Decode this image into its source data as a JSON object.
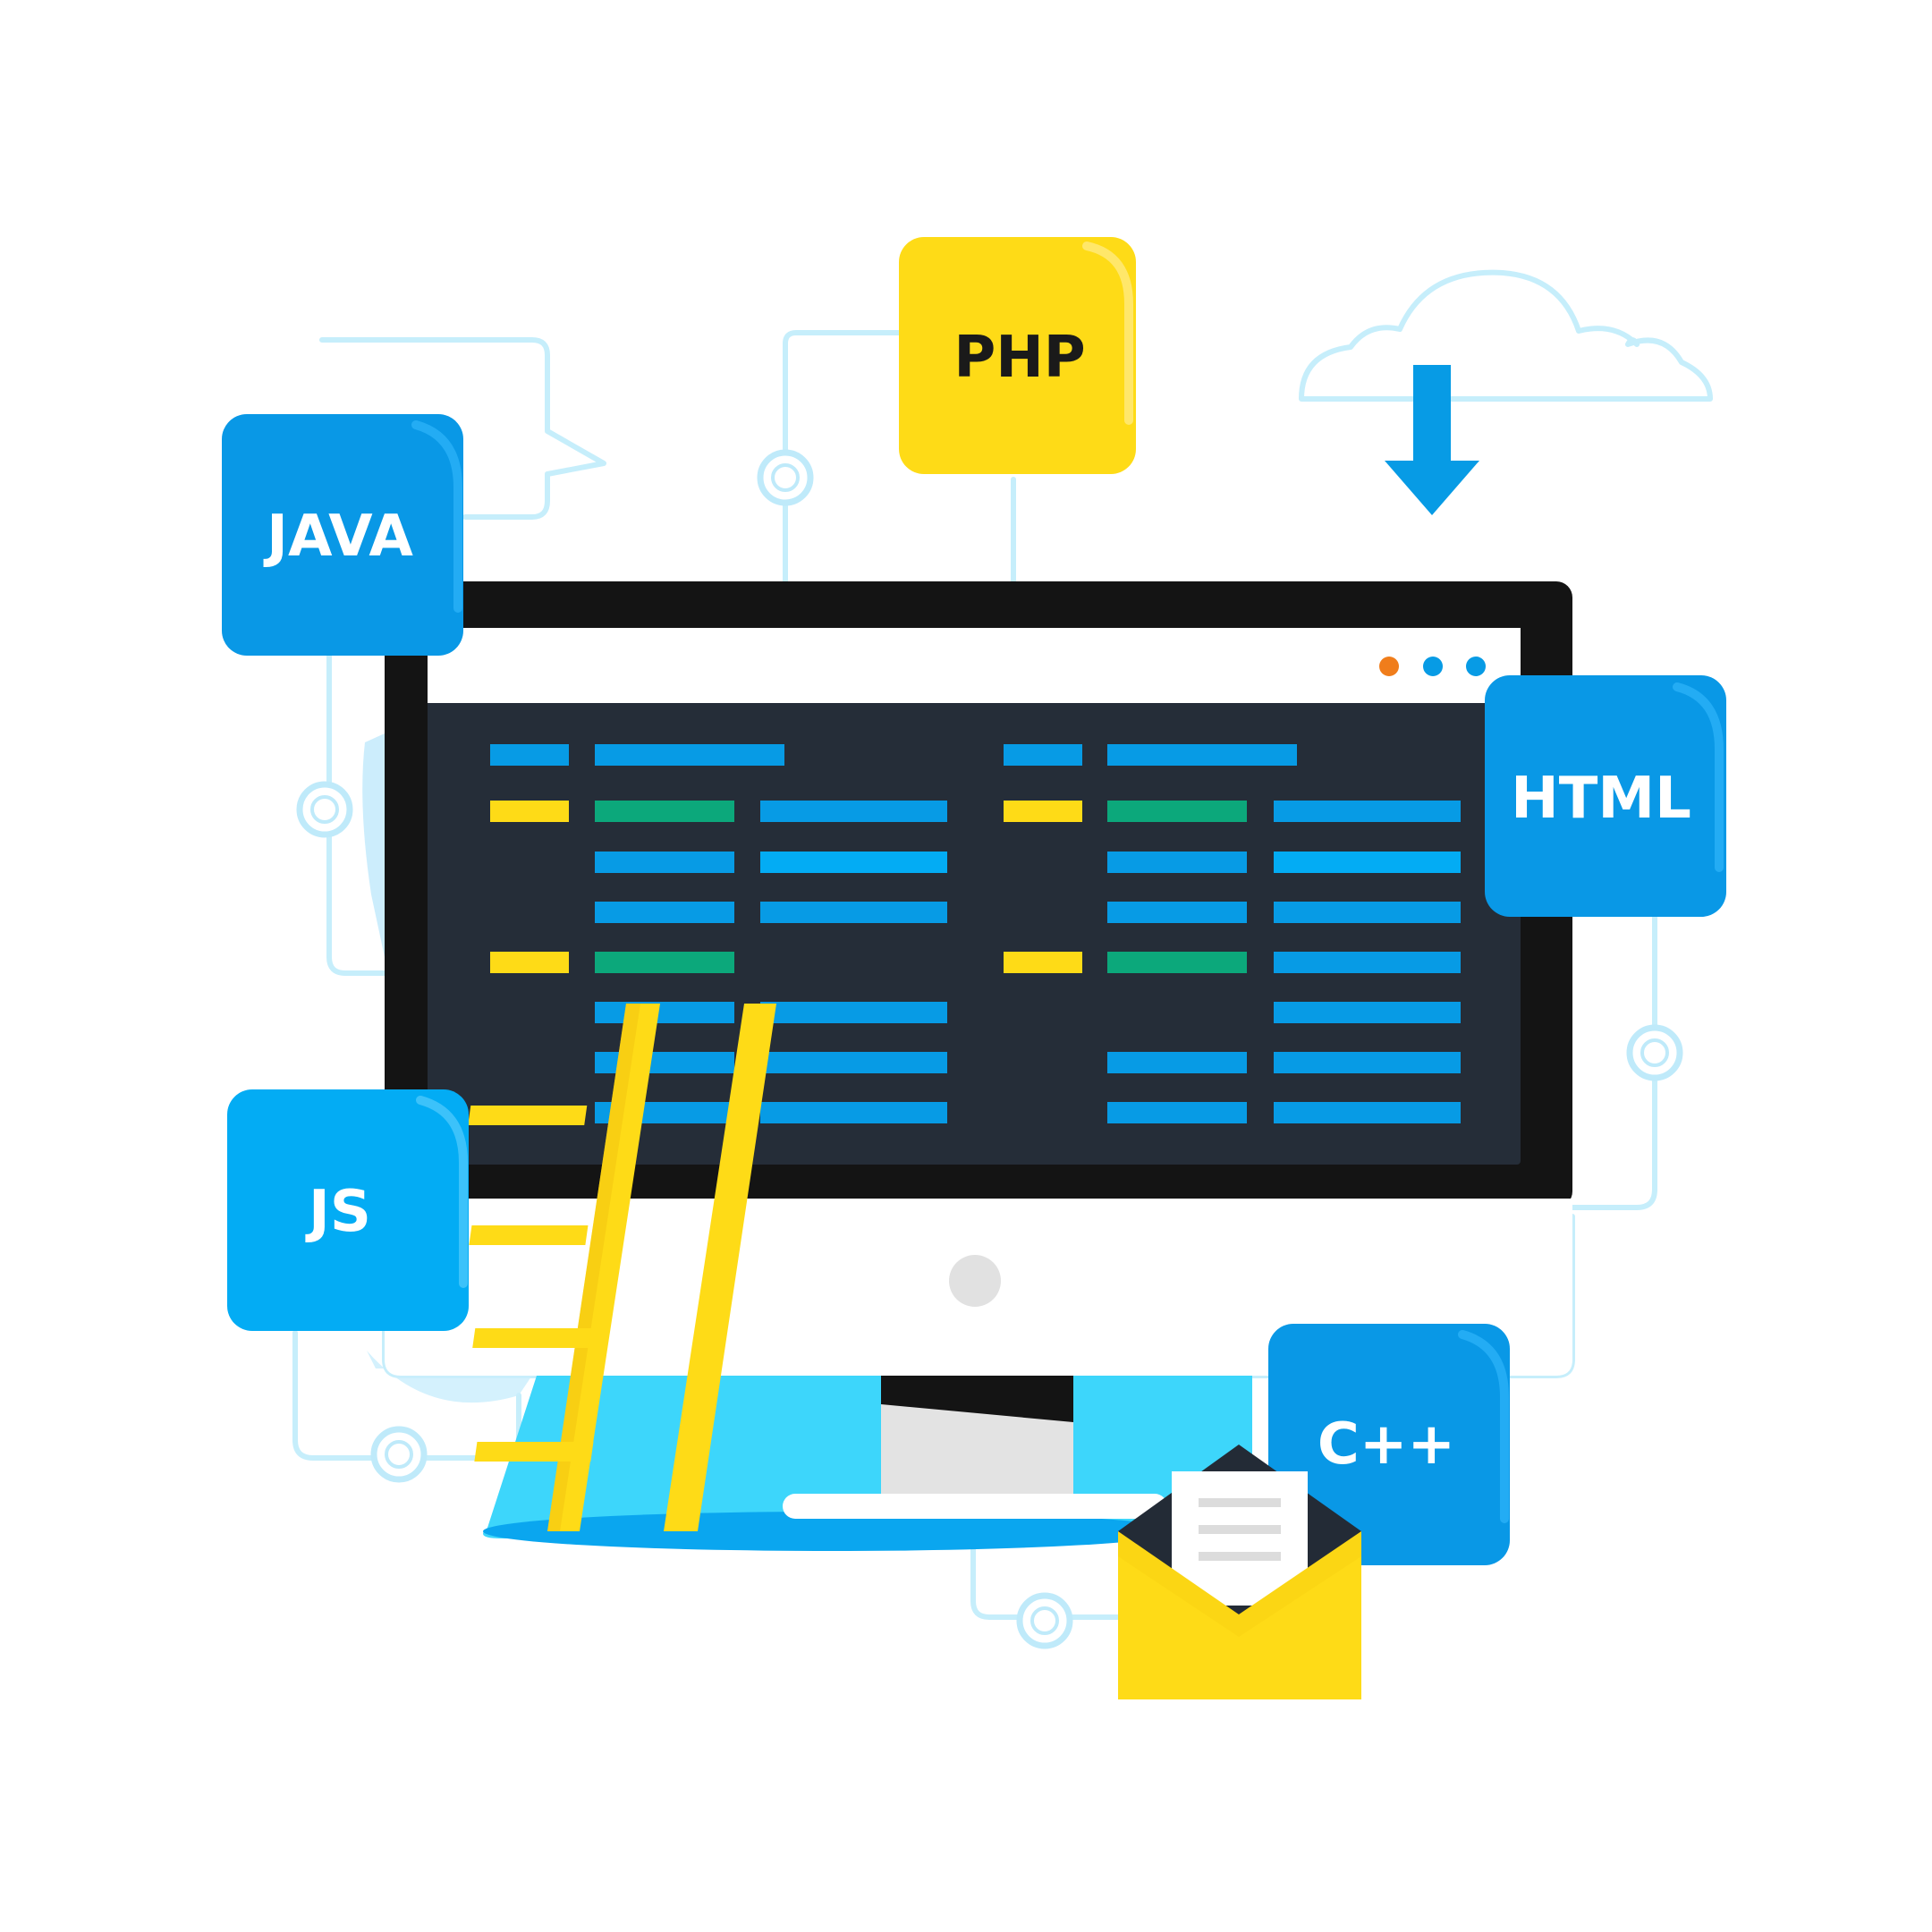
{
  "tiles": {
    "php": {
      "label": "PHP",
      "bg": "#fedb17",
      "fg": "#1a1a1a"
    },
    "java": {
      "label": "JAVA",
      "bg": "#0998e6",
      "fg": "#ffffff"
    },
    "html": {
      "label": "HTML",
      "bg": "#0998e6",
      "fg": "#ffffff"
    },
    "js": {
      "label": "JS",
      "bg": "#03acf4",
      "fg": "#ffffff"
    },
    "cpp": {
      "label": "C++",
      "bg": "#0998e6",
      "fg": "#ffffff"
    }
  },
  "colors": {
    "monitor_bezel": "#141414",
    "screen_bg": "#252d38",
    "code_blue": "#079be5",
    "code_yellow": "#fedb17",
    "code_green": "#0ca87b",
    "ladder": "#fedb17",
    "envelope": "#fedb17",
    "cloud_arrow": "#079be5",
    "window_dot_orange": "#f07d1b",
    "window_dot_blue": "#079be5",
    "stand_shadow": "#3dd6fb"
  },
  "icons": [
    "cloud-download-icon",
    "speech-bubble-icon",
    "envelope-icon",
    "ladder-icon",
    "monitor-icon"
  ]
}
